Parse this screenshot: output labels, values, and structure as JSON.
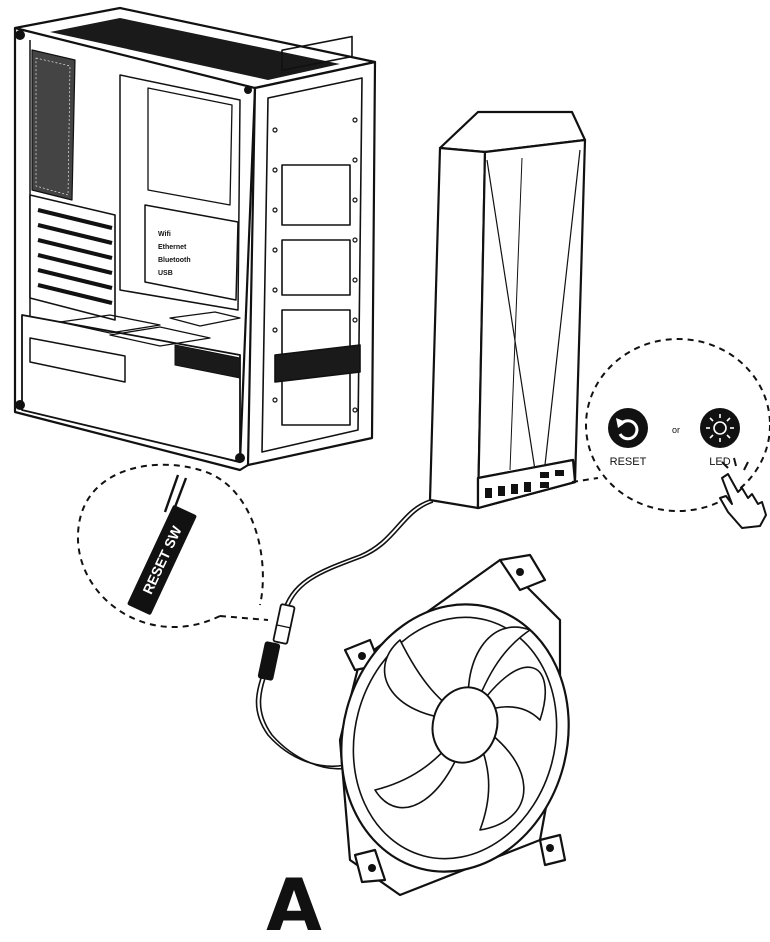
{
  "callout_left": {
    "label": "RESET SW"
  },
  "callout_right": {
    "reset_label": "RESET",
    "or_label": "or",
    "led_label": "LED"
  },
  "figure_letter": "A",
  "case_panel_text": [
    "Wifi",
    "Ethernet",
    "Bluetooth",
    "USB"
  ],
  "icons": {
    "reset": "reset-icon",
    "led": "led-sun-icon",
    "hand": "hand-pointer-icon"
  },
  "colors": {
    "line": "#111111",
    "background": "#ffffff"
  }
}
